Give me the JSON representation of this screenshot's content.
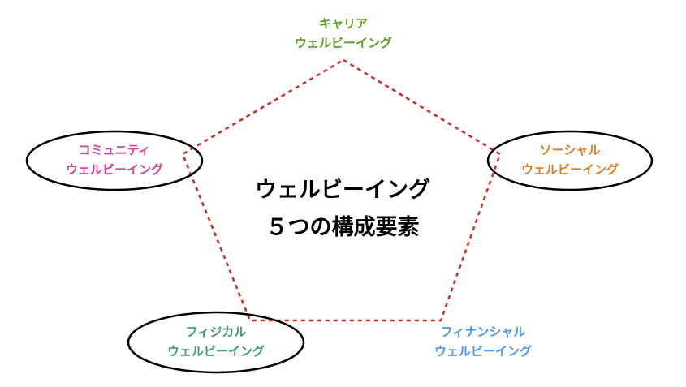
{
  "center": {
    "line1": "ウェルビーイング",
    "line2": "５つの構成要素"
  },
  "nodes": [
    {
      "id": "career",
      "line1": "キャリア",
      "line2": "ウェルビーイング",
      "color": "#5aa01e",
      "circled": false
    },
    {
      "id": "social",
      "line1": "ソーシャル",
      "line2": "ウェルビーイング",
      "color": "#e07a1f",
      "circled": true
    },
    {
      "id": "financial",
      "line1": "フィナンシャル",
      "line2": "ウェルビーイング",
      "color": "#4a98e8",
      "circled": false
    },
    {
      "id": "physical",
      "line1": "フィジカル",
      "line2": "ウェルビーイング",
      "color": "#3f9a80",
      "circled": true
    },
    {
      "id": "community",
      "line1": "コミュニティ",
      "line2": "ウェルビーイング",
      "color": "#d6409a",
      "circled": true
    }
  ],
  "pentagon_color": "#d02a2a"
}
